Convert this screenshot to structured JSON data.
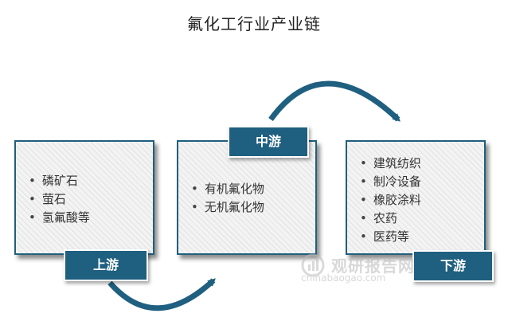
{
  "title": "氟化工行业产业链",
  "stages": {
    "upstream": {
      "label": "上游",
      "items": [
        "磷矿石",
        "萤石",
        "氢氟酸等"
      ]
    },
    "midstream": {
      "label": "中游",
      "items": [
        "有机氟化物",
        "无机氟化物"
      ]
    },
    "downstream": {
      "label": "下游",
      "items": [
        "建筑纺织",
        "制冷设备",
        "橡胶涂料",
        "农药",
        "医药等"
      ]
    }
  },
  "watermark": {
    "name": "观研报告网",
    "url": "chinabaogao.com"
  },
  "colors": {
    "accent": "#1f5f7f",
    "box_fill": "#f3f3f3"
  }
}
